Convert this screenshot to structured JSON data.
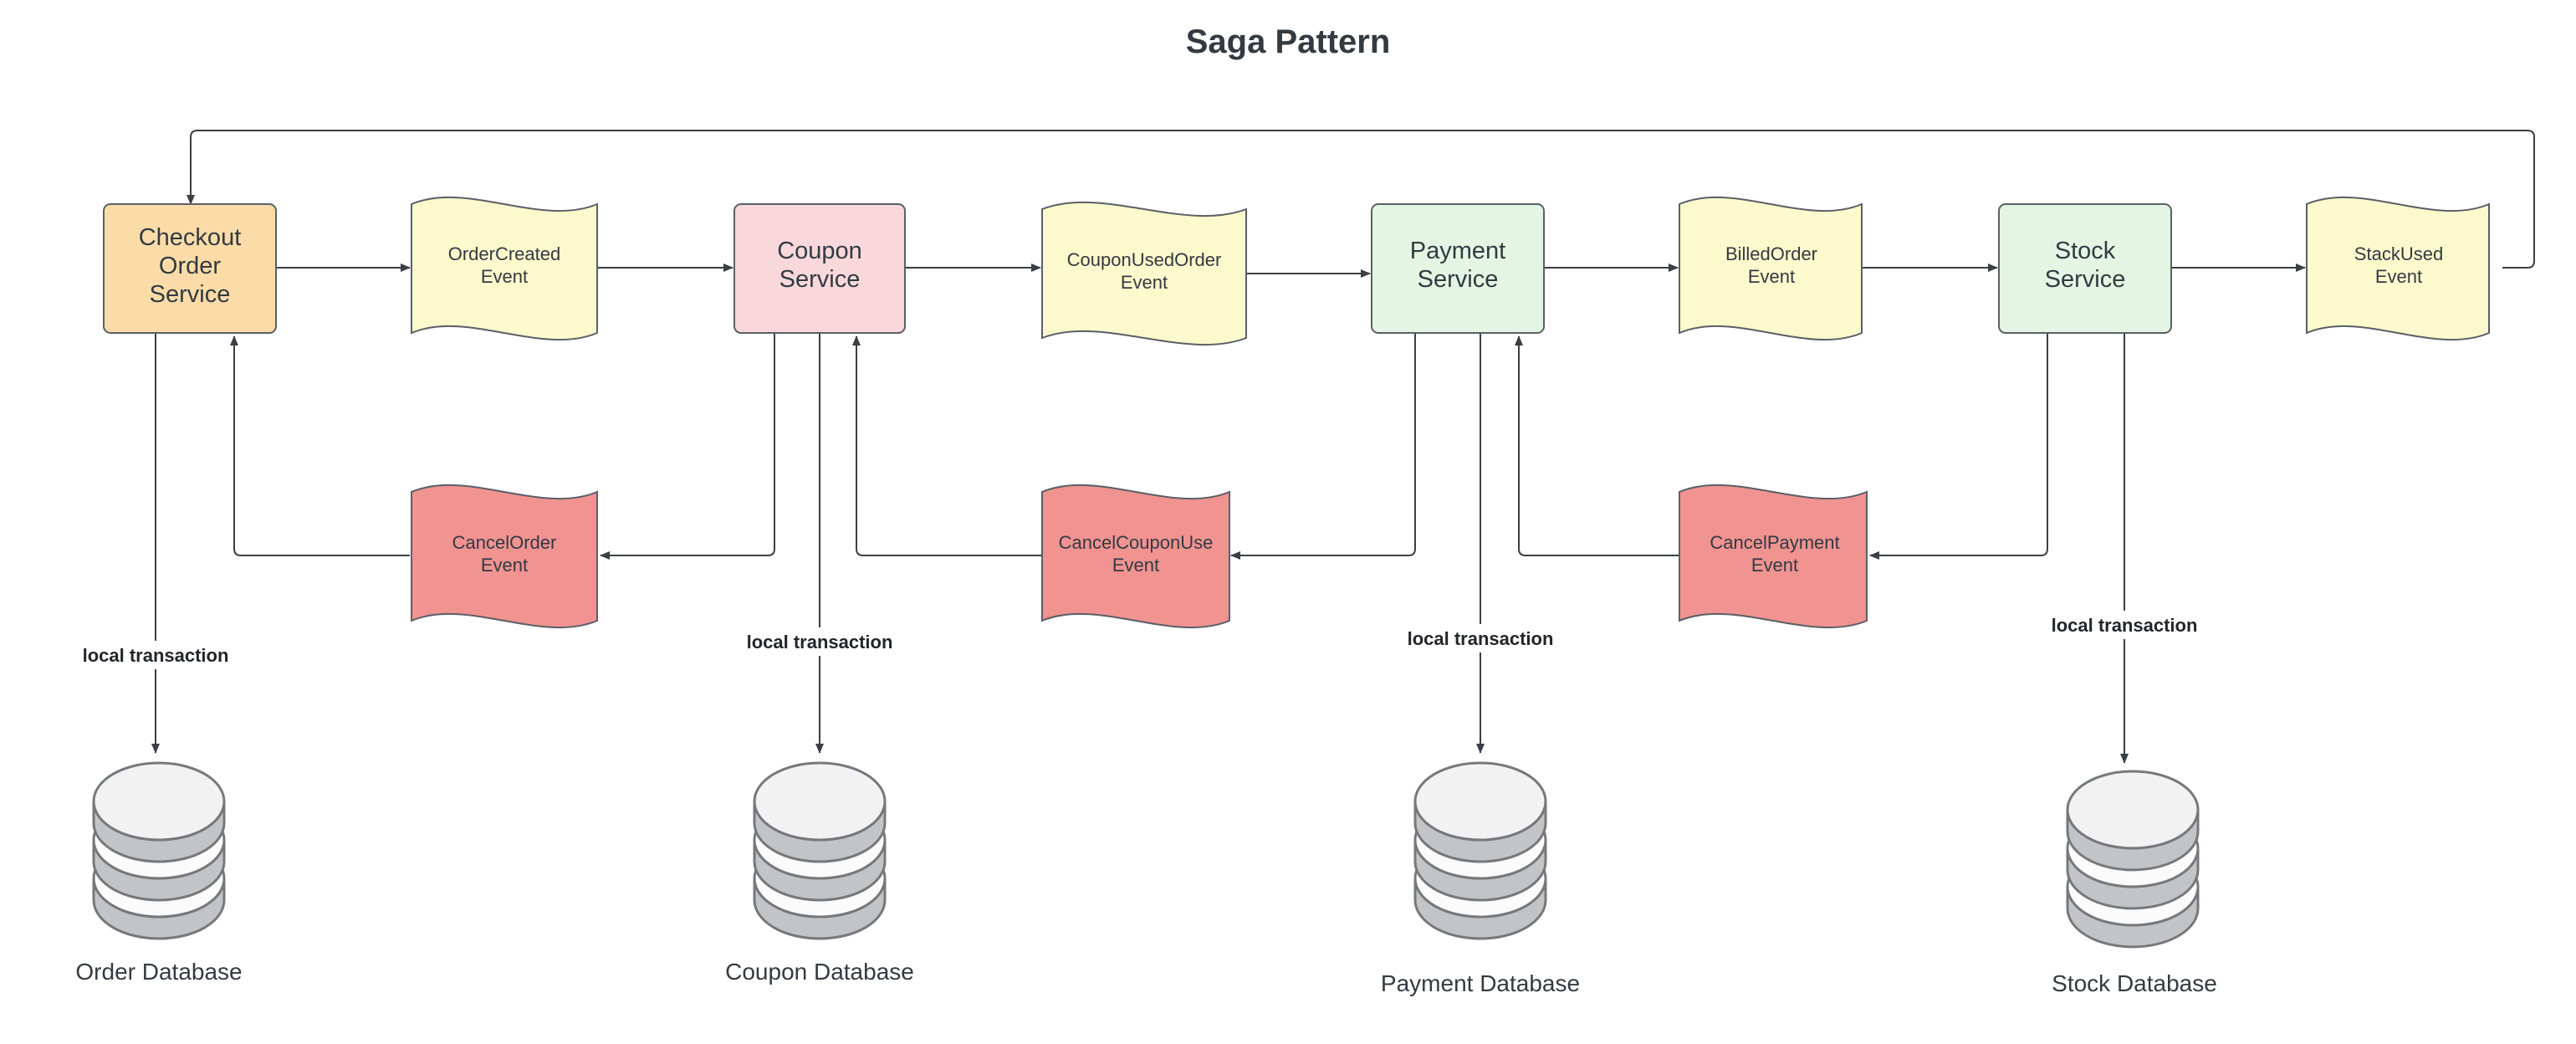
{
  "title": "Saga Pattern",
  "colors": {
    "checkout_service": "#fbdca8",
    "coupon_service": "#f8d8db",
    "green_service": "#e3f6e3",
    "event": "#fcf9cd",
    "cancel_event": "#f09391",
    "db_light": "#f2f2f2",
    "db_dark": "#c3c4c6"
  },
  "services": [
    {
      "id": "checkout",
      "lines": [
        "Checkout",
        "Order",
        "Service"
      ]
    },
    {
      "id": "coupon",
      "lines": [
        "Coupon",
        "Service"
      ]
    },
    {
      "id": "payment",
      "lines": [
        "Payment",
        "Service"
      ]
    },
    {
      "id": "stock",
      "lines": [
        "Stock",
        "Service"
      ]
    }
  ],
  "events": [
    {
      "id": "order-created",
      "lines": [
        "OrderCreated",
        "Event"
      ]
    },
    {
      "id": "coupon-used-order",
      "lines": [
        "CouponUsedOrder",
        "Event"
      ]
    },
    {
      "id": "billed-order",
      "lines": [
        "BilledOrder",
        "Event"
      ]
    },
    {
      "id": "stack-used",
      "lines": [
        "StackUsed",
        "Event"
      ]
    }
  ],
  "cancel_events": [
    {
      "id": "cancel-order",
      "lines": [
        "CancelOrder",
        "Event"
      ]
    },
    {
      "id": "cancel-coupon-use",
      "lines": [
        "CancelCouponUse",
        "Event"
      ]
    },
    {
      "id": "cancel-payment",
      "lines": [
        "CancelPayment",
        "Event"
      ]
    }
  ],
  "local_transaction_label": "local transaction",
  "databases": [
    {
      "id": "order",
      "label": "Order Database"
    },
    {
      "id": "coupon",
      "label": "Coupon Database"
    },
    {
      "id": "payment",
      "label": "Payment Database"
    },
    {
      "id": "stock",
      "label": "Stock Database"
    }
  ]
}
